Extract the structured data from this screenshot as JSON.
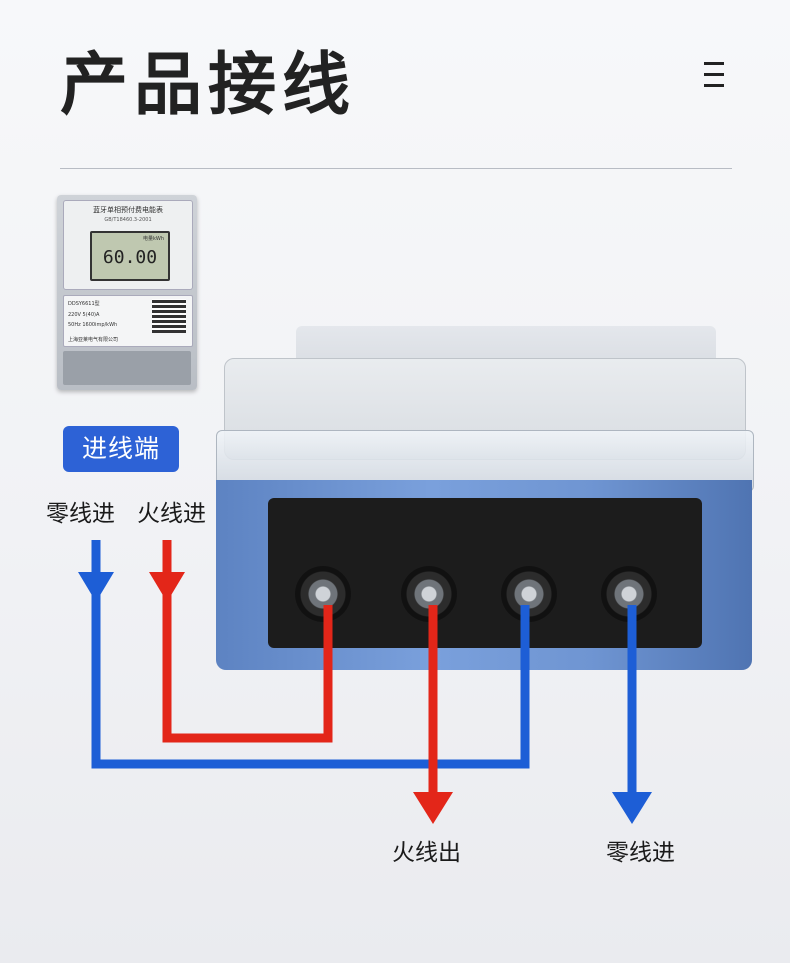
{
  "title": "产品接线",
  "menu_icon": "menu-icon",
  "thumbnail": {
    "name": "蓝牙单相预付费电能表",
    "standard": "GB/T18460.3-2001",
    "lcd_label": "电量kWh",
    "lcd_value": "60.00",
    "model": "DDSY6611型",
    "spec1": "220V    5(40)A",
    "spec2": "50Hz   1600imp/kWh",
    "maker": "上海亚莱电气有限公司"
  },
  "badge": "进线端",
  "labels": {
    "neutral_in_top": "零线进",
    "live_in_top": "火线进",
    "live_out_bottom": "火线出",
    "neutral_in_bottom": "零线进"
  },
  "colors": {
    "accent_blue": "#2d62d6",
    "live_red": "#e32619",
    "neutral_blue": "#1d5ed6",
    "meter_body_blue": "#6f95d2"
  }
}
